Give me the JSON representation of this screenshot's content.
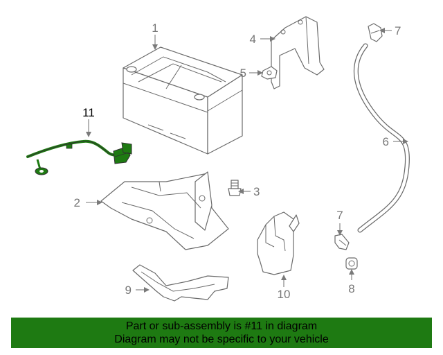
{
  "callouts": {
    "c1": "1",
    "c2": "2",
    "c3": "3",
    "c4": "4",
    "c5": "5",
    "c6": "6",
    "c7a": "7",
    "c7b": "7",
    "c8": "8",
    "c9": "9",
    "c10": "10",
    "c11": "11"
  },
  "highlight_color": "#1e7a12",
  "banner": {
    "line1": "Part or sub-assembly is #11 in diagram",
    "line2": "Diagram may not be specific to your vehicle"
  }
}
